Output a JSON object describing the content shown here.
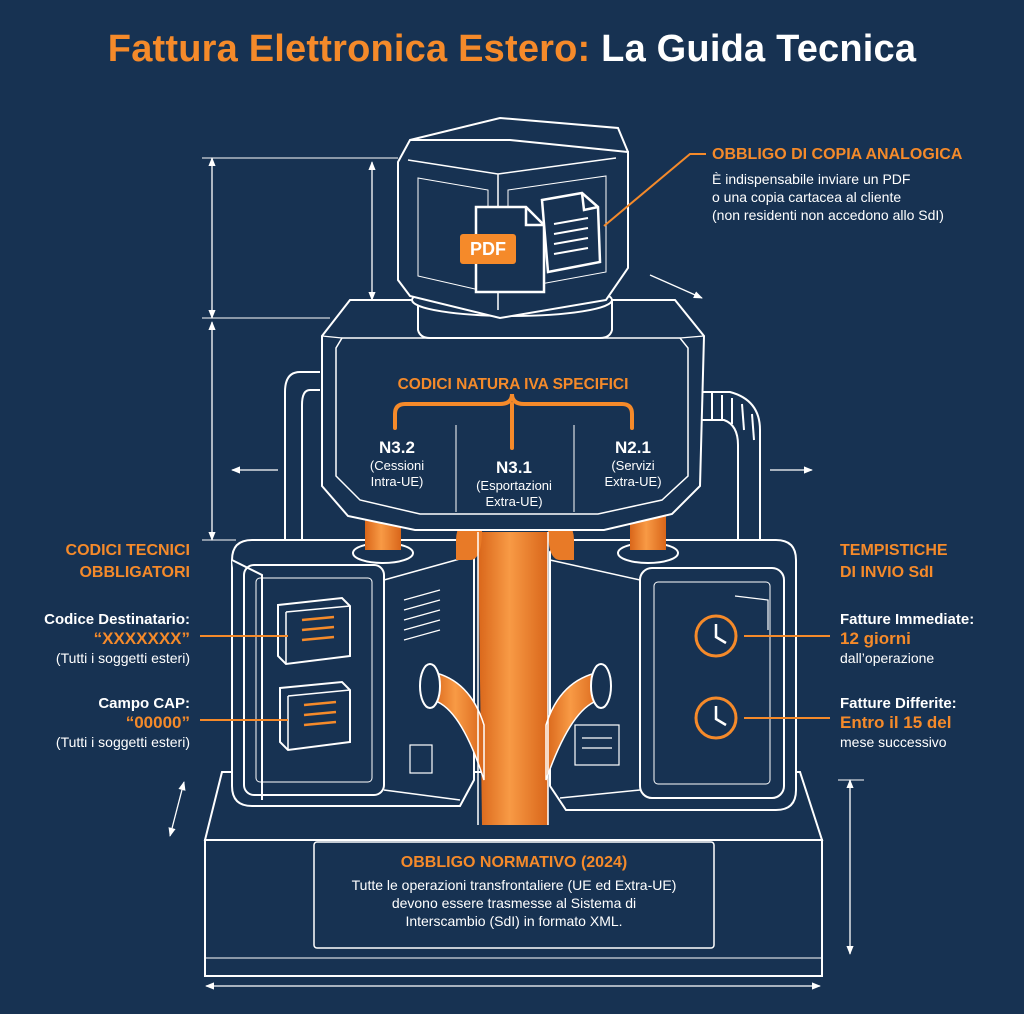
{
  "title": {
    "part1": "Fattura Elettronica Estero:",
    "part2": "La Guida Tecnica"
  },
  "colors": {
    "background": "#173252",
    "accent": "#f58a2a",
    "line": "#ffffff"
  },
  "top_box": {
    "badge": "PDF",
    "heading": "OBBLIGO DI COPIA ANALOGICA",
    "lines": [
      "È indispensabile inviare un PDF",
      "o una copia cartacea al cliente",
      "(non residenti non accedono allo SdI)"
    ]
  },
  "middle_box": {
    "heading": "CODICI NATURA IVA SPECIFICI",
    "codes": [
      {
        "code": "N3.2",
        "desc": [
          "(Cessioni",
          "Intra-UE)"
        ]
      },
      {
        "code": "N3.1",
        "desc": [
          "(Esportazioni",
          "Extra-UE)"
        ]
      },
      {
        "code": "N2.1",
        "desc": [
          "(Servizi",
          "Extra-UE)"
        ]
      }
    ]
  },
  "left_panel": {
    "heading": [
      "CODICI TECNICI",
      "OBBLIGATORI"
    ],
    "items": [
      {
        "label": "Codice Destinatario:",
        "value": "“XXXXXXX”",
        "note": "(Tutti i soggetti esteri)"
      },
      {
        "label": "Campo CAP:",
        "value": "“00000”",
        "note": "(Tutti i soggetti esteri)"
      }
    ]
  },
  "right_panel": {
    "heading": [
      "TEMPISTICHE",
      "DI INVIO SdI"
    ],
    "items": [
      {
        "label": "Fatture Immediate:",
        "value": "12 giorni",
        "note": "dall’operazione"
      },
      {
        "label": "Fatture Differite:",
        "value": "Entro il 15 del",
        "note": "mese successivo"
      }
    ]
  },
  "base": {
    "heading": "OBBLIGO NORMATIVO (2024)",
    "lines": [
      "Tutte le operazioni transfrontaliere (UE ed Extra-UE)",
      "devono essere trasmesse al Sistema di",
      "Interscambio (SdI) in formato XML."
    ]
  }
}
